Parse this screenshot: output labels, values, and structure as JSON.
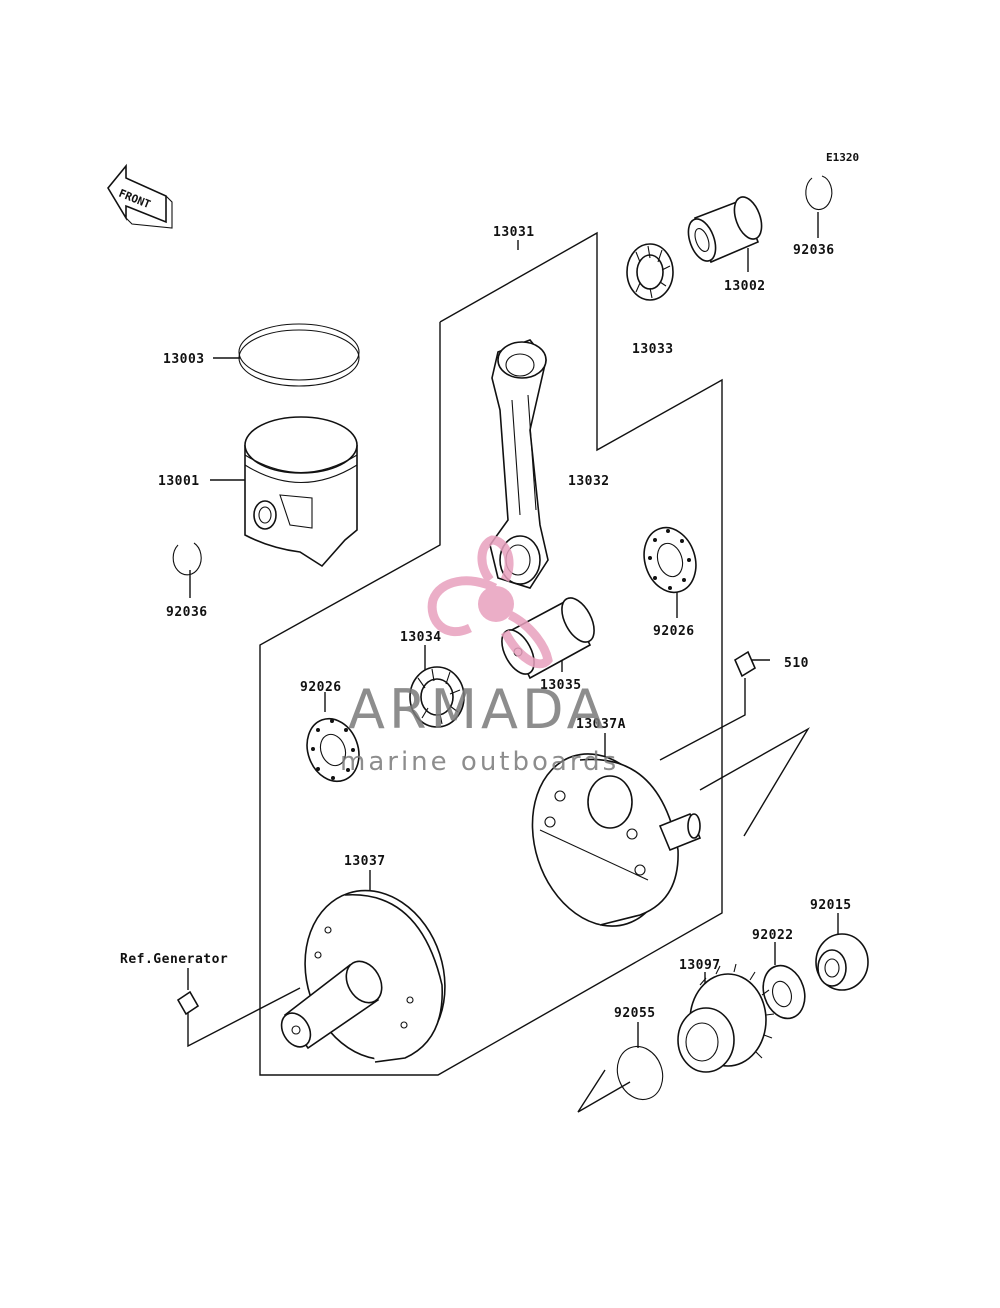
{
  "diagram_code": "E1320",
  "front_label": "FRONT",
  "labels": {
    "p13031": "13031",
    "p13003": "13003",
    "p13001": "13001",
    "p92036_left": "92036",
    "p13033": "13033",
    "p13002": "13002",
    "p92036_right": "92036",
    "p13032": "13032",
    "p92026_right": "92026",
    "p13034": "13034",
    "p13035": "13035",
    "p92026_left": "92026",
    "p510": "510",
    "p13037A": "13037A",
    "p13037": "13037",
    "p92015": "92015",
    "p92022": "92022",
    "p13097": "13097",
    "p92055": "92055",
    "ref_generator": "Ref.Generator"
  },
  "watermark": {
    "brand": "ARMADA",
    "tagline": "marine outboards",
    "logo_color": "#e8a0be",
    "text_color": "#7a7a7a"
  }
}
